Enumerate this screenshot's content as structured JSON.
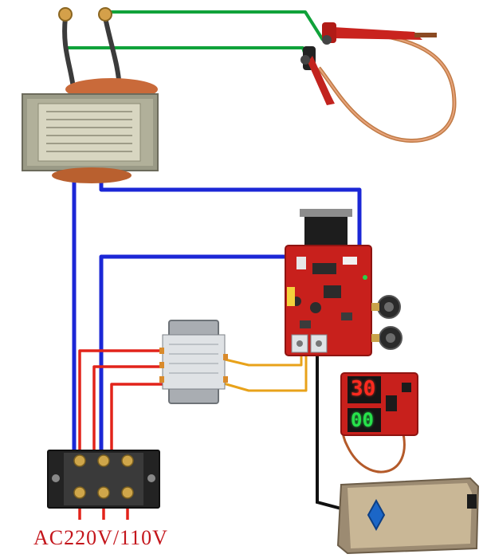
{
  "caption": "AC220V/110V",
  "displays": {
    "top": "30",
    "bottom": "00"
  },
  "colors": {
    "green_wire": "#10a23a",
    "blue_wire": "#1b27d6",
    "red_wire": "#e2231a",
    "orange_wire": "#e8a21a",
    "black_wire": "#111111",
    "board": "#c8201c",
    "caption": "#c4161c"
  },
  "icons": {
    "transformer_main": "large-transformer-icon",
    "transformer_small": "small-transformer-icon",
    "terminal_block": "terminal-block-icon",
    "control_board": "control-board-icon",
    "display_board": "led-display-board-icon",
    "foot_pedal": "foot-pedal-icon",
    "welding_pen": "welding-pen-icon"
  }
}
